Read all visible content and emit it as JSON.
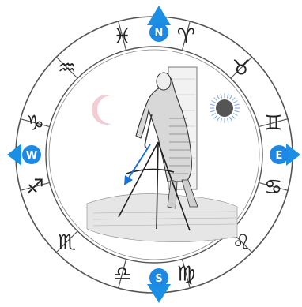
{
  "colors": {
    "background": "#ffffff",
    "ring_stroke": "#555555",
    "compass_blue": "#1a8fe3",
    "compass_badge": "#1e88e5",
    "moon": "#f3cdd3",
    "sun_core": "#555555",
    "sun_rays": "#7aa6e0",
    "cursor_arrow": "#1a6fd6"
  },
  "compass": {
    "north": {
      "label": "N",
      "icon": "arrow-up"
    },
    "south": {
      "label": "S",
      "icon": "arrow-down"
    },
    "east": {
      "label": "E",
      "icon": "arrow-right"
    },
    "west": {
      "label": "W",
      "icon": "arrow-left"
    }
  },
  "zodiac": [
    {
      "name": "pisces",
      "glyph": "♓"
    },
    {
      "name": "aries",
      "glyph": "♈"
    },
    {
      "name": "taurus",
      "glyph": "♉"
    },
    {
      "name": "gemini",
      "glyph": "♊"
    },
    {
      "name": "cancer",
      "glyph": "♋"
    },
    {
      "name": "leo",
      "glyph": "♌"
    },
    {
      "name": "virgo",
      "glyph": "♍"
    },
    {
      "name": "libra",
      "glyph": "♎"
    },
    {
      "name": "scorpio",
      "glyph": "♏"
    },
    {
      "name": "sagittarius",
      "glyph": "♐"
    },
    {
      "name": "capricorn",
      "glyph": "♑"
    },
    {
      "name": "aquarius",
      "glyph": "♒"
    }
  ],
  "center_image": {
    "icon": "engraving-man-with-measuring-compass"
  },
  "moon_icon": "crescent-moon-icon",
  "sun_icon": "sun-icon"
}
